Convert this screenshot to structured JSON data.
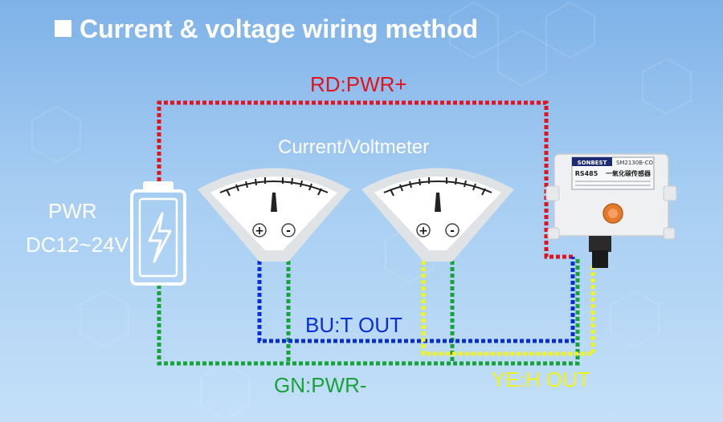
{
  "title": "Current & voltage wiring method",
  "labels": {
    "red_wire": "RD:PWR+",
    "blue_wire": "BU:T OUT",
    "green_wire": "GN:PWR-",
    "yellow_wire": "YE:H OUT",
    "meter": "Current/Voltmeter",
    "power": "PWR",
    "power_range": "DC12~24V"
  },
  "meters": {
    "plus": "+",
    "minus": "-"
  },
  "sensor": {
    "brand": "SONBEST",
    "model": "SM2130B-CO",
    "protocol": "RS485",
    "name": "一氧化碳传感器"
  },
  "colors": {
    "red_wire": "#e0141e",
    "blue_wire": "#0a2ed6",
    "green_wire": "#17a33a",
    "yellow_wire": "#f2f21c",
    "background": "#9cc6f0"
  },
  "icons": {
    "battery": "battery-icon",
    "lightning": "lightning-icon"
  }
}
